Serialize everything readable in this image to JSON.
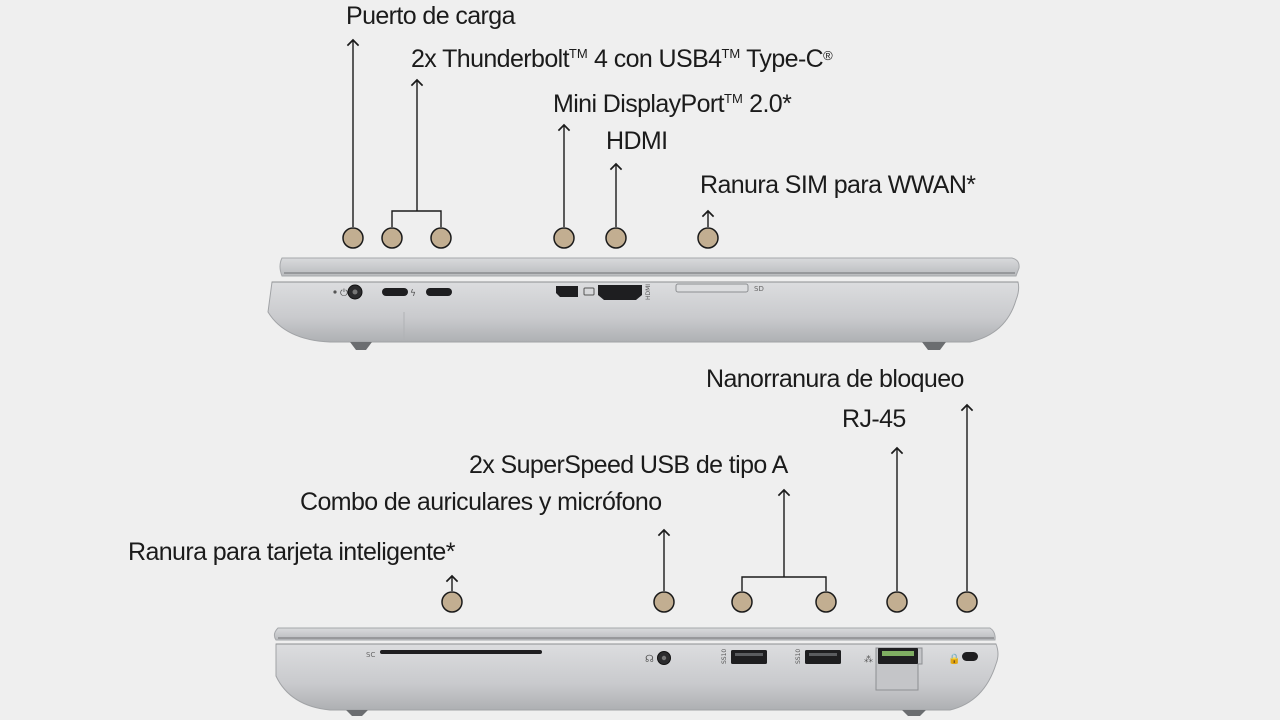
{
  "colors": {
    "background": "#efefef",
    "marker_fill": "#c2ae91",
    "marker_stroke": "#1b1b1b",
    "chassis": "#cfd0d2",
    "chassis_dark": "#9fa1a4",
    "text": "#1b1b1b"
  },
  "top_view": {
    "labels": {
      "charging_port": "Puerto de carga",
      "thunderbolt": {
        "prefix": "2x Thunderbolt",
        "tm1": "TM",
        "middle": " 4 con USB4",
        "tm2": "TM",
        "suffix": " Type-C",
        "reg": "®"
      },
      "mini_displayport": {
        "prefix": "Mini DisplayPort",
        "tm": "TM",
        "suffix": " 2.0*"
      },
      "hdmi": "HDMI",
      "sim_slot": "Ranura SIM para WWAN*"
    },
    "port_marks": {
      "sd": "SD",
      "hdmi_small": "HDMI"
    }
  },
  "bottom_view": {
    "labels": {
      "nano_lock": "Nanorranura de bloqueo",
      "rj45": "RJ-45",
      "usb_a": "2x SuperSpeed USB de tipo A",
      "audio_combo": "Combo de auriculares y micrófono",
      "smart_card": "Ranura para tarjeta inteligente*"
    },
    "port_marks": {
      "sc": "SC",
      "usb_speed_1": "SS10",
      "usb_speed_2": "SS10"
    }
  }
}
